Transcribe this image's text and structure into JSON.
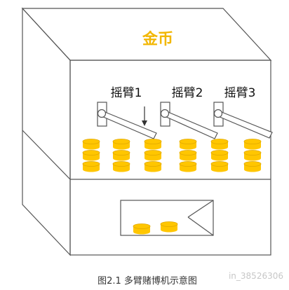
{
  "title": "金币",
  "arms": [
    {
      "label": "摇臂1"
    },
    {
      "label": "摇臂2"
    },
    {
      "label": "摇臂3"
    }
  ],
  "coin_stacks": {
    "columns": 6,
    "coins_per_column": 3
  },
  "tray_coins": 2,
  "caption": "图2.1 多臂赌博机示意图",
  "watermark": "in_38526306",
  "colors": {
    "title": "#f2b705",
    "coin_fill": "#ffc600",
    "coin_stroke": "#e0a800",
    "line": "#555555"
  }
}
